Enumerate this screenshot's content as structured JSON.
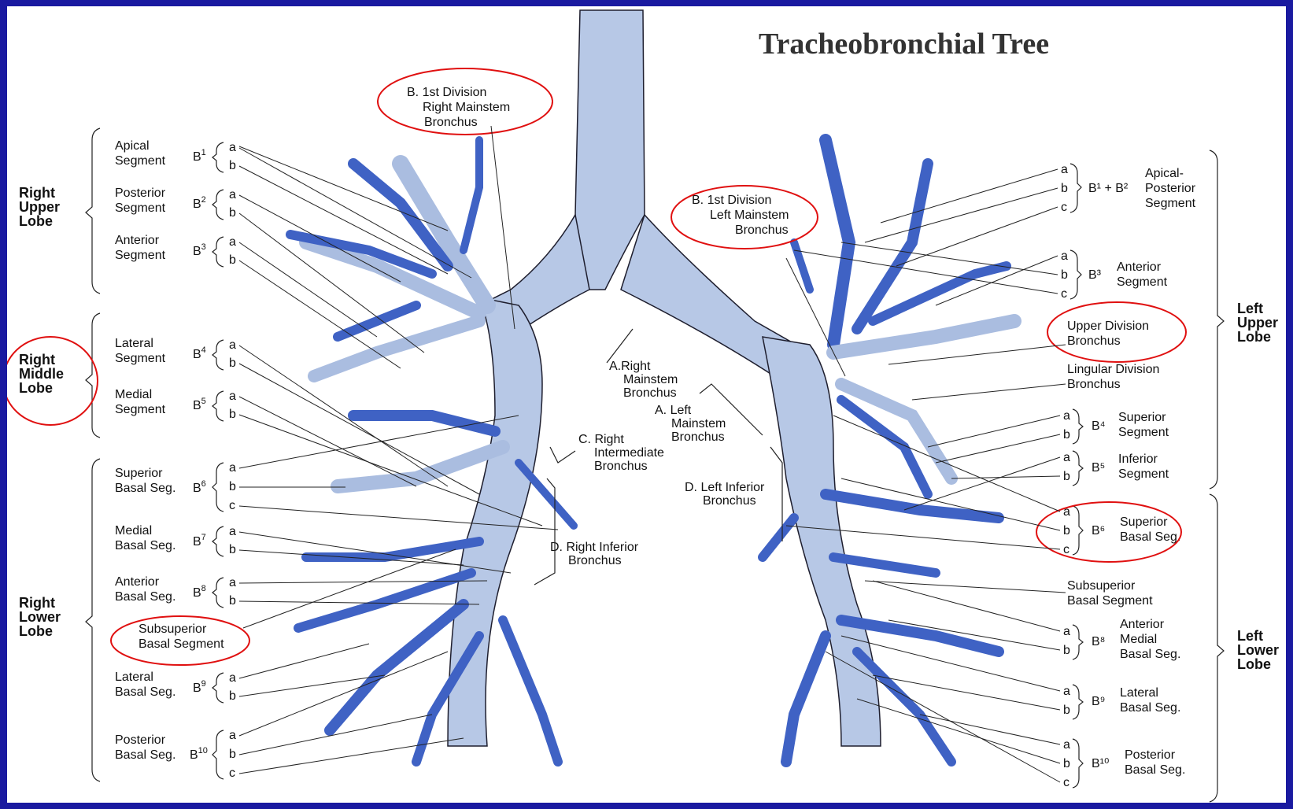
{
  "title": "Tracheobronchial Tree",
  "colors": {
    "frame": "#1a1aa0",
    "airway": "#b7c8e6",
    "vessel": "#3f62c4",
    "highlight": "#e01010"
  },
  "right_lobes": {
    "upper": [
      "Right",
      "Upper",
      "Lobe"
    ],
    "middle": [
      "Right",
      "Middle",
      "Lobe"
    ],
    "lower": [
      "Right",
      "Lower",
      "Lobe"
    ]
  },
  "left_lobes": {
    "upper": [
      "Left",
      "Upper",
      "Lobe"
    ],
    "lower": [
      "Left",
      "Lower",
      "Lobe"
    ]
  },
  "right_segments": [
    {
      "name": [
        "Apical",
        "Segment"
      ],
      "code": "B",
      "num": "1",
      "subs": [
        "a",
        "b"
      ]
    },
    {
      "name": [
        "Posterior",
        "Segment"
      ],
      "code": "B",
      "num": "2",
      "subs": [
        "a",
        "b"
      ]
    },
    {
      "name": [
        "Anterior",
        "Segment"
      ],
      "code": "B",
      "num": "3",
      "subs": [
        "a",
        "b"
      ]
    },
    {
      "name": [
        "Lateral",
        "Segment"
      ],
      "code": "B",
      "num": "4",
      "subs": [
        "a",
        "b"
      ]
    },
    {
      "name": [
        "Medial",
        "Segment"
      ],
      "code": "B",
      "num": "5",
      "subs": [
        "a",
        "b"
      ]
    },
    {
      "name": [
        "Superior",
        "Basal Seg."
      ],
      "code": "B",
      "num": "6",
      "subs": [
        "a",
        "b",
        "c"
      ]
    },
    {
      "name": [
        "Medial",
        "Basal Seg."
      ],
      "code": "B",
      "num": "7",
      "subs": [
        "a",
        "b"
      ]
    },
    {
      "name": [
        "Anterior",
        "Basal Seg."
      ],
      "code": "B",
      "num": "8",
      "subs": [
        "a",
        "b"
      ]
    },
    {
      "name": [
        "Subsuperior",
        "Basal Segment"
      ],
      "code": "",
      "num": "",
      "subs": []
    },
    {
      "name": [
        "Lateral",
        "Basal Seg."
      ],
      "code": "B",
      "num": "9",
      "subs": [
        "a",
        "b"
      ]
    },
    {
      "name": [
        "Posterior",
        "Basal Seg."
      ],
      "code": "B",
      "num": "10",
      "subs": [
        "a",
        "b",
        "c"
      ]
    }
  ],
  "left_segments": [
    {
      "name": [
        "Apical-",
        "Posterior",
        "Segment"
      ],
      "code": "B¹ + B²",
      "subs": [
        "a",
        "b",
        "c"
      ]
    },
    {
      "name": [
        "Anterior",
        "Segment"
      ],
      "code": "B³",
      "subs": [
        "a",
        "b",
        "c"
      ]
    },
    {
      "name": [
        "Upper Division",
        "Bronchus"
      ],
      "code": "",
      "subs": []
    },
    {
      "name": [
        "Lingular Division",
        "Bronchus"
      ],
      "code": "",
      "subs": []
    },
    {
      "name": [
        "Superior",
        "Segment"
      ],
      "code": "B⁴",
      "subs": [
        "a",
        "b"
      ]
    },
    {
      "name": [
        "Inferior",
        "Segment"
      ],
      "code": "B⁵",
      "subs": [
        "a",
        "b"
      ]
    },
    {
      "name": [
        "Superior",
        "Basal Seg."
      ],
      "code": "B⁶",
      "subs": [
        "a",
        "b",
        "c"
      ]
    },
    {
      "name": [
        "Subsuperior",
        "Basal Segment"
      ],
      "code": "",
      "subs": []
    },
    {
      "name": [
        "Anterior",
        "Medial",
        "Basal Seg."
      ],
      "code": "B⁸",
      "subs": [
        "a",
        "b"
      ]
    },
    {
      "name": [
        "Lateral",
        "Basal Seg."
      ],
      "code": "B⁹",
      "subs": [
        "a",
        "b"
      ]
    },
    {
      "name": [
        "Posterior",
        "Basal Seg."
      ],
      "code": "B¹⁰",
      "subs": [
        "a",
        "b",
        "c"
      ]
    }
  ],
  "bronchi": {
    "right_first_division": [
      "B. 1st Division",
      "Right Mainstem",
      "Bronchus"
    ],
    "left_first_division": [
      "B. 1st Division",
      "Left Mainstem",
      "Bronchus"
    ],
    "right_mainstem": [
      "A.Right",
      "Mainstem",
      "Bronchus"
    ],
    "left_mainstem": [
      "A. Left",
      "Mainstem",
      "Bronchus"
    ],
    "right_intermediate": [
      "C. Right",
      "Intermediate",
      "Bronchus"
    ],
    "left_inferior": [
      "D. Left Inferior",
      "Bronchus"
    ],
    "right_inferior": [
      "D. Right Inferior",
      "Bronchus"
    ]
  }
}
